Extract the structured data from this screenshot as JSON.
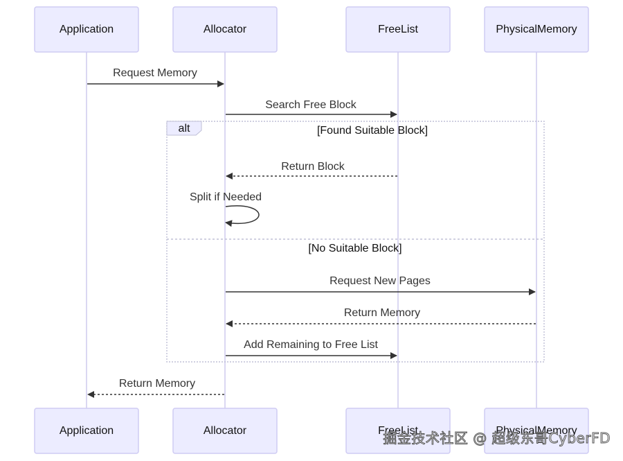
{
  "participants": [
    {
      "id": "app",
      "label": "Application"
    },
    {
      "id": "alloc",
      "label": "Allocator"
    },
    {
      "id": "free",
      "label": "FreeList"
    },
    {
      "id": "phys",
      "label": "PhysicalMemory"
    }
  ],
  "messages": [
    {
      "id": "m1",
      "from": "app",
      "to": "alloc",
      "label": "Request Memory",
      "style": "solid"
    },
    {
      "id": "m2",
      "from": "alloc",
      "to": "free",
      "label": "Search Free Block",
      "style": "solid"
    },
    {
      "id": "m3",
      "from": "free",
      "to": "alloc",
      "label": "Return Block",
      "style": "dashed"
    },
    {
      "id": "m4",
      "from": "alloc",
      "to": "alloc",
      "label": "Split if Needed",
      "style": "self"
    },
    {
      "id": "m5",
      "from": "alloc",
      "to": "phys",
      "label": "Request New Pages",
      "style": "solid"
    },
    {
      "id": "m6",
      "from": "phys",
      "to": "alloc",
      "label": "Return Memory",
      "style": "dashed"
    },
    {
      "id": "m7",
      "from": "alloc",
      "to": "free",
      "label": "Add Remaining to Free List",
      "style": "solid"
    },
    {
      "id": "m8",
      "from": "alloc",
      "to": "app",
      "label": "Return Memory",
      "style": "dashed"
    }
  ],
  "alt_frame": {
    "label": "alt",
    "condition_1": "[Found Suitable Block]",
    "condition_2": "[No Suitable Block]"
  },
  "watermark": "掘金技术社区 @ 超级东哥CyberFD",
  "colors": {
    "actor_fill": "#ECECFF",
    "actor_border": "#CFCBF3",
    "lifeline": "#D6D3F0",
    "message": "#333333"
  }
}
